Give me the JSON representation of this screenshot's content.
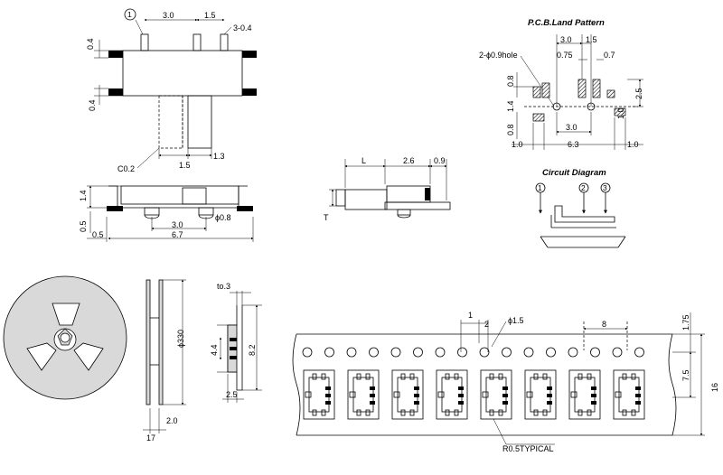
{
  "top_view": {
    "pin_mark": "1",
    "dim_3_0": "3.0",
    "dim_1_5": "1.5",
    "dim_pins": "3-0.4",
    "dim_0_4_top": "0.4",
    "dim_0_4_bot": "0.4",
    "dim_c": "C0.2",
    "dim_1_5_b": "1.5",
    "dim_1_3": "1.3"
  },
  "side_view": {
    "dim_1_4": "1.4",
    "dim_0_5_v": "0.5",
    "dim_0_5_h": "0.5",
    "dim_3_0": "3.0",
    "dim_6_7": "6.7",
    "dim_phi": "ϕ0.8"
  },
  "end_view": {
    "dim_L": "L",
    "dim_2_6": "2.6",
    "dim_0_9": "0.9",
    "dim_T": "T"
  },
  "land_pattern": {
    "title": "P.C.B.Land Pattern",
    "hole_label": "2-ϕ0.9hole",
    "dim_3_0_top": "3.0",
    "dim_1_5": "1.5",
    "dim_0_75": "0.75",
    "dim_0_7": "0.7",
    "dim_0_8_a": "0.8",
    "dim_2_5": "2.5",
    "dim_1_4": "1.4",
    "dim_1_0_r": "1.0",
    "dim_0_8_b": "0.8",
    "dim_3_0_mid": "3.0",
    "dim_1_0_l": "1.0",
    "dim_6_3": "6.3",
    "dim_1_0_b": "1.0"
  },
  "circuit": {
    "title": "Circuit Diagram",
    "pin1": "1",
    "pin2": "2",
    "pin3": "3"
  },
  "reel": {
    "dim_330": "ϕ330",
    "dim_2_0": "2.0",
    "dim_17": "17"
  },
  "carrier": {
    "dim_t": "to.3",
    "dim_4_4": "4.4",
    "dim_8_2": "8.2",
    "dim_2_5": "2.5"
  },
  "tape": {
    "dim_1": "1",
    "dim_2": "2",
    "dim_phi_1_5": "ϕ1.5",
    "dim_8": "8",
    "dim_1_75": "1.75",
    "dim_7_5": "7.5",
    "dim_16": "16",
    "note": "R0.5TYPICAL"
  }
}
